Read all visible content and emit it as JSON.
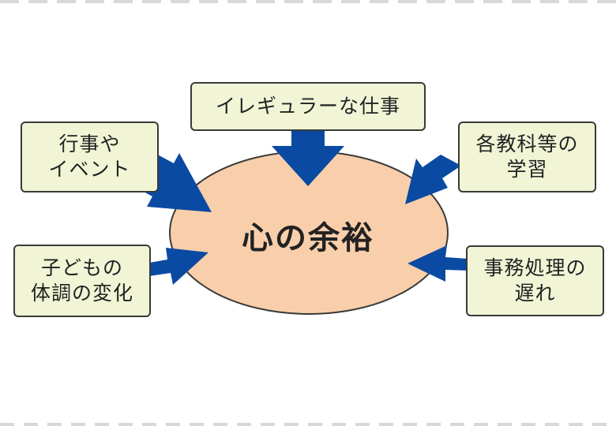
{
  "colors": {
    "box_fill": "#f1f5d6",
    "ellipse_fill": "#f8cfaa",
    "arrow": "#0b4aa2",
    "border": "#3a3a3a"
  },
  "center": {
    "label": "心の余裕"
  },
  "boxes": {
    "top": "イレギュラーな仕事",
    "top_left": "行事や\nイベント",
    "top_right": "各教科等の\n学習",
    "bottom_left": "子どもの\n体調の変化",
    "bottom_right": "事務処理の\n遅れ"
  }
}
